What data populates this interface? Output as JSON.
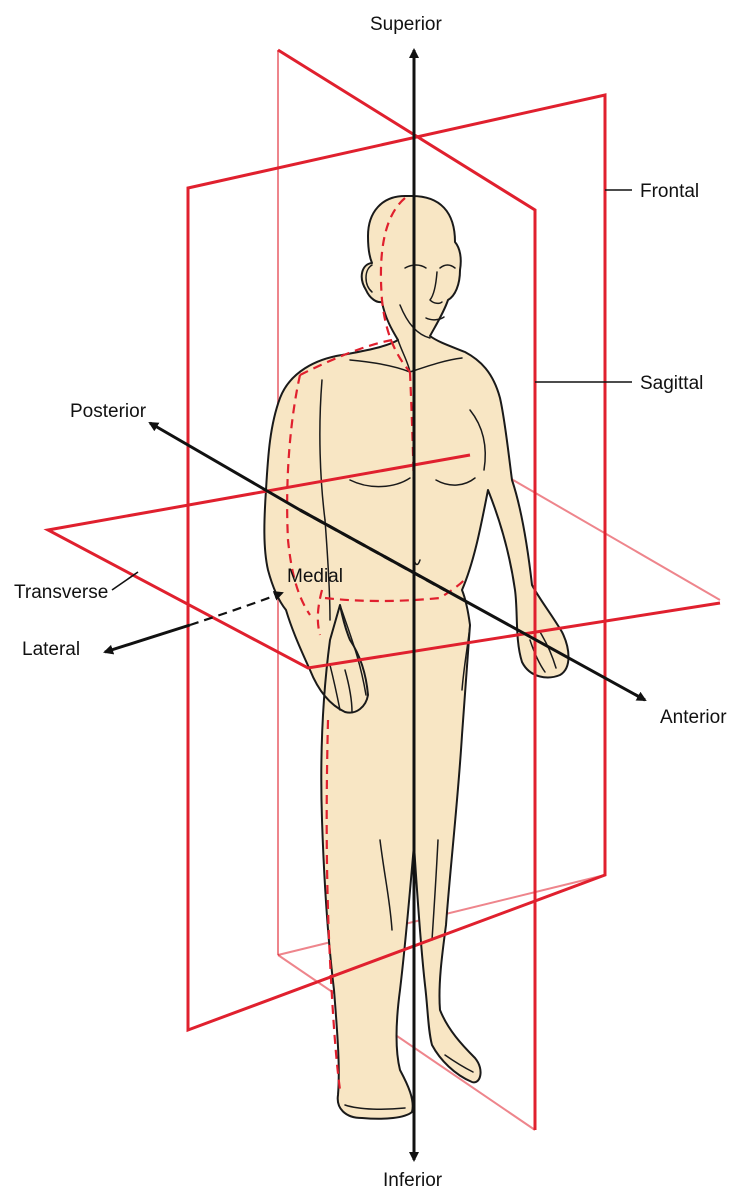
{
  "labels": {
    "superior": "Superior",
    "inferior": "Inferior",
    "frontal": "Frontal",
    "sagittal": "Sagittal",
    "posterior": "Posterior",
    "anterior": "Anterior",
    "transverse": "Transverse",
    "medial": "Medial",
    "lateral": "Lateral"
  },
  "colors": {
    "plane": "#e0202e",
    "skin": "#f8e6c4",
    "line": "#1a1a1a"
  }
}
